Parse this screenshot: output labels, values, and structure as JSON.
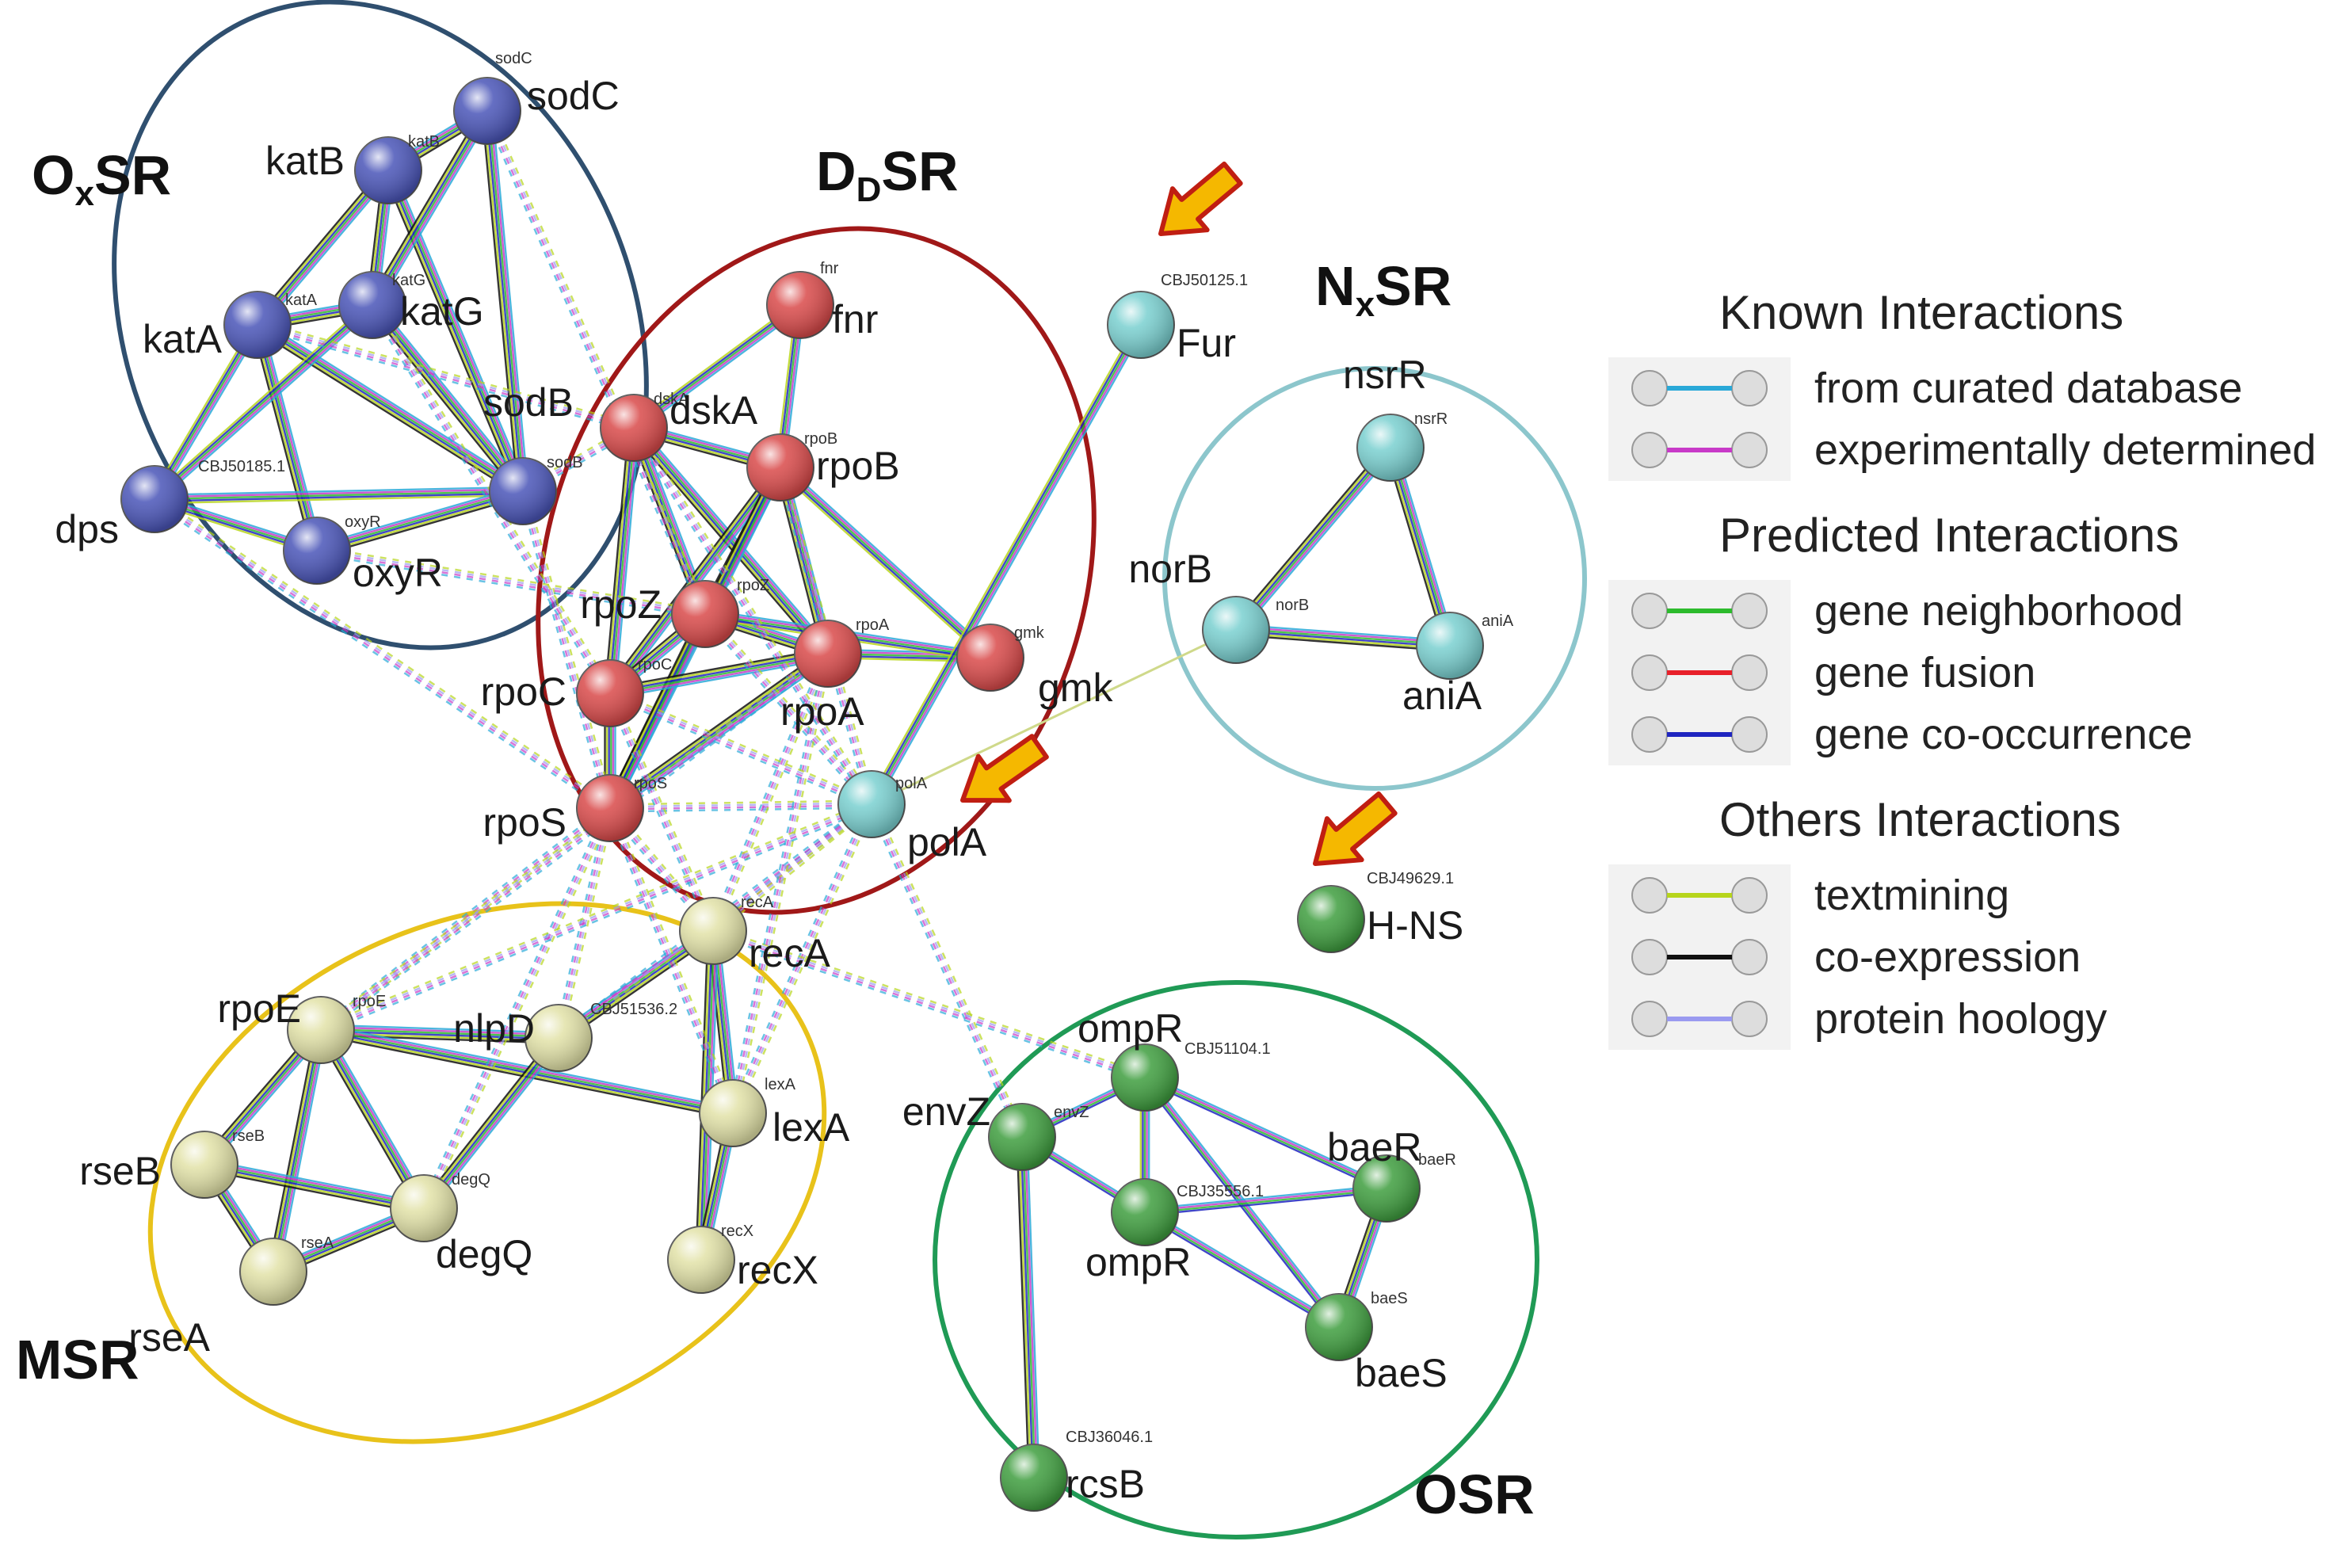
{
  "groups": [
    {
      "id": "oxsr",
      "label_main": "O",
      "label_sub": "x",
      "label_tail": "SR",
      "color": "#2f4f6f"
    },
    {
      "id": "ddsr",
      "label_main": "D",
      "label_sub": "D",
      "label_tail": "SR",
      "color": "#a01818"
    },
    {
      "id": "nxsr",
      "label_main": "N",
      "label_sub": "x",
      "label_tail": "SR",
      "color": "#8cc6cc"
    },
    {
      "id": "msr",
      "label_main": "MSR",
      "label_sub": "",
      "label_tail": "",
      "color": "#e8c21a"
    },
    {
      "id": "osr",
      "label_main": "OSR",
      "label_sub": "",
      "label_tail": "",
      "color": "#1f9a55"
    }
  ],
  "nodes": [
    {
      "id": "sodC",
      "label": "sodC",
      "tag": "sodC",
      "group": "oxsr",
      "color": "#4a55b8"
    },
    {
      "id": "katB",
      "label": "katB",
      "tag": "katB",
      "group": "oxsr",
      "color": "#4a55b8"
    },
    {
      "id": "katA",
      "label": "katA",
      "tag": "katA",
      "group": "oxsr",
      "color": "#4a55b8"
    },
    {
      "id": "katG",
      "label": "katG",
      "tag": "katG",
      "group": "oxsr",
      "color": "#4a55b8"
    },
    {
      "id": "sodB",
      "label": "sodB",
      "tag": "sodB",
      "group": "oxsr",
      "color": "#4a55b8"
    },
    {
      "id": "dps",
      "label": "dps",
      "tag": "CBJ50185.1",
      "group": "oxsr",
      "color": "#4a55b8"
    },
    {
      "id": "oxyR",
      "label": "oxyR",
      "tag": "oxyR",
      "group": "oxsr",
      "color": "#4a55b8"
    },
    {
      "id": "fnr",
      "label": "fnr",
      "tag": "fnr",
      "group": "ddsr",
      "color": "#d94a4a"
    },
    {
      "id": "dskA",
      "label": "dskA",
      "tag": "dskA",
      "group": "ddsr",
      "color": "#d94a4a"
    },
    {
      "id": "rpoB",
      "label": "rpoB",
      "tag": "rpoB",
      "group": "ddsr",
      "color": "#d94a4a"
    },
    {
      "id": "rpoZ",
      "label": "rpoZ",
      "tag": "rpoZ",
      "group": "ddsr",
      "color": "#d94a4a"
    },
    {
      "id": "rpoA",
      "label": "rpoA",
      "tag": "rpoA",
      "group": "ddsr",
      "color": "#d94a4a"
    },
    {
      "id": "gmk",
      "label": "gmk",
      "tag": "gmk",
      "group": "ddsr",
      "color": "#d94a4a"
    },
    {
      "id": "rpoC",
      "label": "rpoC",
      "tag": "rpoC",
      "group": "ddsr",
      "color": "#d94a4a"
    },
    {
      "id": "rpoS",
      "label": "rpoS",
      "tag": "rpoS",
      "group": "ddsr",
      "color": "#d94a4a"
    },
    {
      "id": "Fur",
      "label": "Fur",
      "tag": "CBJ50125.1",
      "group": "none",
      "color": "#7ad0d0"
    },
    {
      "id": "polA",
      "label": "polA",
      "tag": "polA",
      "group": "none",
      "color": "#7ad0d0"
    },
    {
      "id": "nsrR",
      "label": "nsrR",
      "tag": "nsrR",
      "group": "nxsr",
      "color": "#7ad0d0"
    },
    {
      "id": "norB",
      "label": "norB",
      "tag": "norB",
      "group": "nxsr",
      "color": "#7ad0d0"
    },
    {
      "id": "aniA",
      "label": "aniA",
      "tag": "aniA",
      "group": "nxsr",
      "color": "#7ad0d0"
    },
    {
      "id": "HNS",
      "label": "H-NS",
      "tag": "CBJ49629.1",
      "group": "none",
      "color": "#3f9e3f"
    },
    {
      "id": "recA",
      "label": "recA",
      "tag": "recA",
      "group": "msr",
      "color": "#e2e2a8"
    },
    {
      "id": "rpoE",
      "label": "rpoE",
      "tag": "rpoE",
      "group": "msr",
      "color": "#e2e2a8"
    },
    {
      "id": "nlpD",
      "label": "nlpD",
      "tag": "CBJ51536.2",
      "group": "msr",
      "color": "#e2e2a8"
    },
    {
      "id": "lexA",
      "label": "lexA",
      "tag": "lexA",
      "group": "msr",
      "color": "#e2e2a8"
    },
    {
      "id": "rseB",
      "label": "rseB",
      "tag": "rseB",
      "group": "msr",
      "color": "#e2e2a8"
    },
    {
      "id": "degQ",
      "label": "degQ",
      "tag": "degQ",
      "group": "msr",
      "color": "#e2e2a8"
    },
    {
      "id": "rseA",
      "label": "rseA",
      "tag": "rseA",
      "group": "msr",
      "color": "#e2e2a8"
    },
    {
      "id": "recX",
      "label": "recX",
      "tag": "recX",
      "group": "msr",
      "color": "#e2e2a8"
    },
    {
      "id": "ompR1",
      "label": "ompR",
      "tag": "CBJ51104.1",
      "group": "osr",
      "color": "#3f9e3f"
    },
    {
      "id": "envZ",
      "label": "envZ",
      "tag": "envZ",
      "group": "osr",
      "color": "#3f9e3f"
    },
    {
      "id": "baeR",
      "label": "baeR",
      "tag": "baeR",
      "group": "osr",
      "color": "#3f9e3f"
    },
    {
      "id": "ompR2",
      "label": "ompR",
      "tag": "CBJ35556.1",
      "group": "osr",
      "color": "#3f9e3f"
    },
    {
      "id": "baeS",
      "label": "baeS",
      "tag": "baeS",
      "group": "osr",
      "color": "#3f9e3f"
    },
    {
      "id": "rcsB",
      "label": "rcsB",
      "tag": "CBJ36046.1",
      "group": "osr",
      "color": "#3f9e3f"
    }
  ],
  "edges": [
    [
      "katB",
      "sodC",
      "solid"
    ],
    [
      "katB",
      "katA",
      "solid"
    ],
    [
      "katB",
      "katG",
      "solid"
    ],
    [
      "katB",
      "sodB",
      "solid"
    ],
    [
      "sodC",
      "katG",
      "solid"
    ],
    [
      "sodC",
      "sodB",
      "solid"
    ],
    [
      "katA",
      "katG",
      "solid"
    ],
    [
      "katA",
      "sodB",
      "solid"
    ],
    [
      "katA",
      "dps",
      "solid"
    ],
    [
      "katA",
      "oxyR",
      "solid"
    ],
    [
      "katG",
      "sodB",
      "solid"
    ],
    [
      "katG",
      "dps",
      "solid"
    ],
    [
      "dps",
      "oxyR",
      "solid"
    ],
    [
      "dps",
      "sodB",
      "solid"
    ],
    [
      "oxyR",
      "sodB",
      "solid"
    ],
    [
      "fnr",
      "dskA",
      "solid"
    ],
    [
      "fnr",
      "rpoB",
      "solid"
    ],
    [
      "dskA",
      "rpoB",
      "solid"
    ],
    [
      "dskA",
      "rpoZ",
      "solid"
    ],
    [
      "dskA",
      "rpoA",
      "solid"
    ],
    [
      "dskA",
      "rpoC",
      "solid"
    ],
    [
      "rpoB",
      "rpoZ",
      "solid"
    ],
    [
      "rpoB",
      "rpoA",
      "solid"
    ],
    [
      "rpoB",
      "gmk",
      "solid"
    ],
    [
      "rpoB",
      "rpoC",
      "solid"
    ],
    [
      "rpoB",
      "rpoS",
      "solid"
    ],
    [
      "rpoZ",
      "rpoA",
      "solid"
    ],
    [
      "rpoZ",
      "rpoC",
      "solid"
    ],
    [
      "rpoZ",
      "rpoS",
      "solid"
    ],
    [
      "rpoA",
      "rpoC",
      "solid"
    ],
    [
      "rpoA",
      "rpoS",
      "solid"
    ],
    [
      "rpoA",
      "gmk",
      "solid"
    ],
    [
      "rpoC",
      "rpoS",
      "solid"
    ],
    [
      "rpoZ",
      "gmk",
      "solid"
    ],
    [
      "Fur",
      "polA",
      "solid"
    ],
    [
      "nsrR",
      "norB",
      "solid"
    ],
    [
      "nsrR",
      "aniA",
      "solid"
    ],
    [
      "norB",
      "aniA",
      "solid"
    ],
    [
      "norB",
      "polA",
      "text"
    ],
    [
      "rpoE",
      "rseB",
      "solid"
    ],
    [
      "rpoE",
      "rseA",
      "solid"
    ],
    [
      "rpoE",
      "degQ",
      "solid"
    ],
    [
      "rpoE",
      "nlpD",
      "solid"
    ],
    [
      "rpoE",
      "lexA",
      "solid"
    ],
    [
      "rseB",
      "rseA",
      "solid"
    ],
    [
      "rseB",
      "degQ",
      "solid"
    ],
    [
      "rseA",
      "degQ",
      "solid"
    ],
    [
      "nlpD",
      "degQ",
      "solid"
    ],
    [
      "nlpD",
      "recA",
      "solid"
    ],
    [
      "recA",
      "lexA",
      "solid"
    ],
    [
      "recA",
      "recX",
      "solid"
    ],
    [
      "lexA",
      "recX",
      "solid"
    ],
    [
      "envZ",
      "ompR1",
      "solid"
    ],
    [
      "envZ",
      "ompR2",
      "solid"
    ],
    [
      "envZ",
      "rcsB",
      "solid"
    ],
    [
      "ompR1",
      "ompR2",
      "solid"
    ],
    [
      "ompR1",
      "baeR",
      "solid"
    ],
    [
      "ompR1",
      "baeS",
      "solid"
    ],
    [
      "ompR2",
      "baeR",
      "solid"
    ],
    [
      "baeR",
      "baeS",
      "solid"
    ],
    [
      "ompR2",
      "baeS",
      "solid"
    ],
    [
      "sodB",
      "rpoS",
      "dashed"
    ],
    [
      "sodB",
      "dskA",
      "dashed"
    ],
    [
      "katA",
      "dskA",
      "dashed"
    ],
    [
      "sodC",
      "rpoZ",
      "dashed"
    ],
    [
      "dps",
      "rpoS",
      "dashed"
    ],
    [
      "oxyR",
      "rpoZ",
      "dashed"
    ],
    [
      "katG",
      "rpoC",
      "dashed"
    ],
    [
      "rpoS",
      "rpoE",
      "dashed"
    ],
    [
      "rpoS",
      "nlpD",
      "dashed"
    ],
    [
      "rpoS",
      "recA",
      "dashed"
    ],
    [
      "rpoS",
      "polA",
      "dashed"
    ],
    [
      "rpoS",
      "degQ",
      "dashed"
    ],
    [
      "rpoC",
      "recA",
      "dashed"
    ],
    [
      "rpoA",
      "recA",
      "dashed"
    ],
    [
      "rpoB",
      "polA",
      "dashed"
    ],
    [
      "rpoZ",
      "polA",
      "dashed"
    ],
    [
      "polA",
      "recA",
      "dashed"
    ],
    [
      "polA",
      "lexA",
      "dashed"
    ],
    [
      "polA",
      "nlpD",
      "dashed"
    ],
    [
      "polA",
      "envZ",
      "dashed"
    ],
    [
      "recA",
      "ompR1",
      "dashed"
    ],
    [
      "rpoA",
      "lexA",
      "dashed"
    ],
    [
      "rpoS",
      "lexA",
      "dashed"
    ],
    [
      "rpoC",
      "polA",
      "dashed"
    ],
    [
      "dskA",
      "polA",
      "dashed"
    ],
    [
      "rpoE",
      "polA",
      "dashed"
    ],
    [
      "rpoE",
      "rpoA",
      "dashed"
    ]
  ],
  "legend": {
    "sections": [
      {
        "title": "Known Interactions",
        "rows": [
          {
            "text": "from curated database",
            "color": "#2aa9d8"
          },
          {
            "text": "experimentally determined",
            "color": "#c83ac8"
          }
        ]
      },
      {
        "title": "Predicted Interactions",
        "rows": [
          {
            "text": "gene neighborhood",
            "color": "#2dbb2d"
          },
          {
            "text": "gene fusion",
            "color": "#e8202a"
          },
          {
            "text": "gene co-occurrence",
            "color": "#1f25c0"
          }
        ]
      },
      {
        "title": "Others Interactions",
        "rows": [
          {
            "text": "textmining",
            "color": "#b7d51c"
          },
          {
            "text": "co-expression",
            "color": "#111111"
          },
          {
            "text": "protein hoology",
            "color": "#9a9af0"
          }
        ]
      }
    ]
  },
  "arrows": [
    "arrow-fur",
    "arrow-polA",
    "arrow-hns"
  ]
}
